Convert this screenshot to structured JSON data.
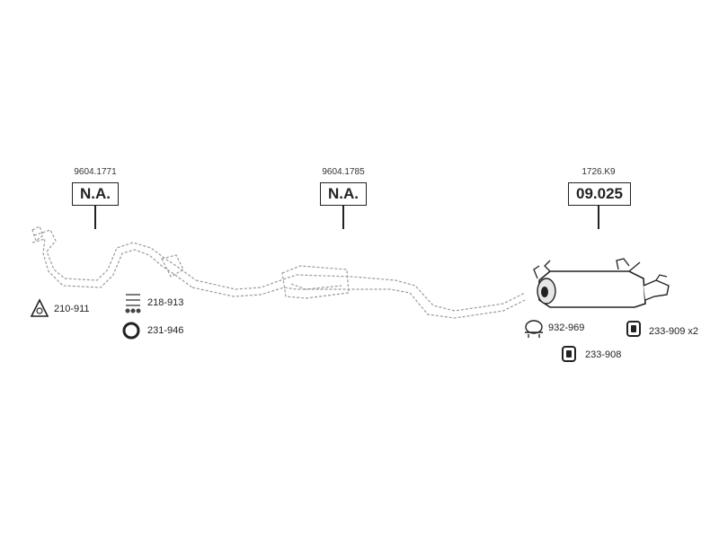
{
  "parts": [
    {
      "ref": "9604.1771",
      "code": "N.A."
    },
    {
      "ref": "9604.1785",
      "code": "N.A."
    },
    {
      "ref": "1726.K9",
      "code": "09.025"
    }
  ],
  "accessories": [
    {
      "code": "210-911",
      "icon": "triangle-gasket-icon"
    },
    {
      "code": "218-913",
      "icon": "bolt-kit-icon"
    },
    {
      "code": "231-946",
      "icon": "ring-gasket-icon"
    },
    {
      "code": "932-969",
      "icon": "clamp-icon"
    },
    {
      "code": "233-909 x2",
      "icon": "rubber-mount-icon"
    },
    {
      "code": "233-908",
      "icon": "rubber-mount-icon"
    }
  ]
}
